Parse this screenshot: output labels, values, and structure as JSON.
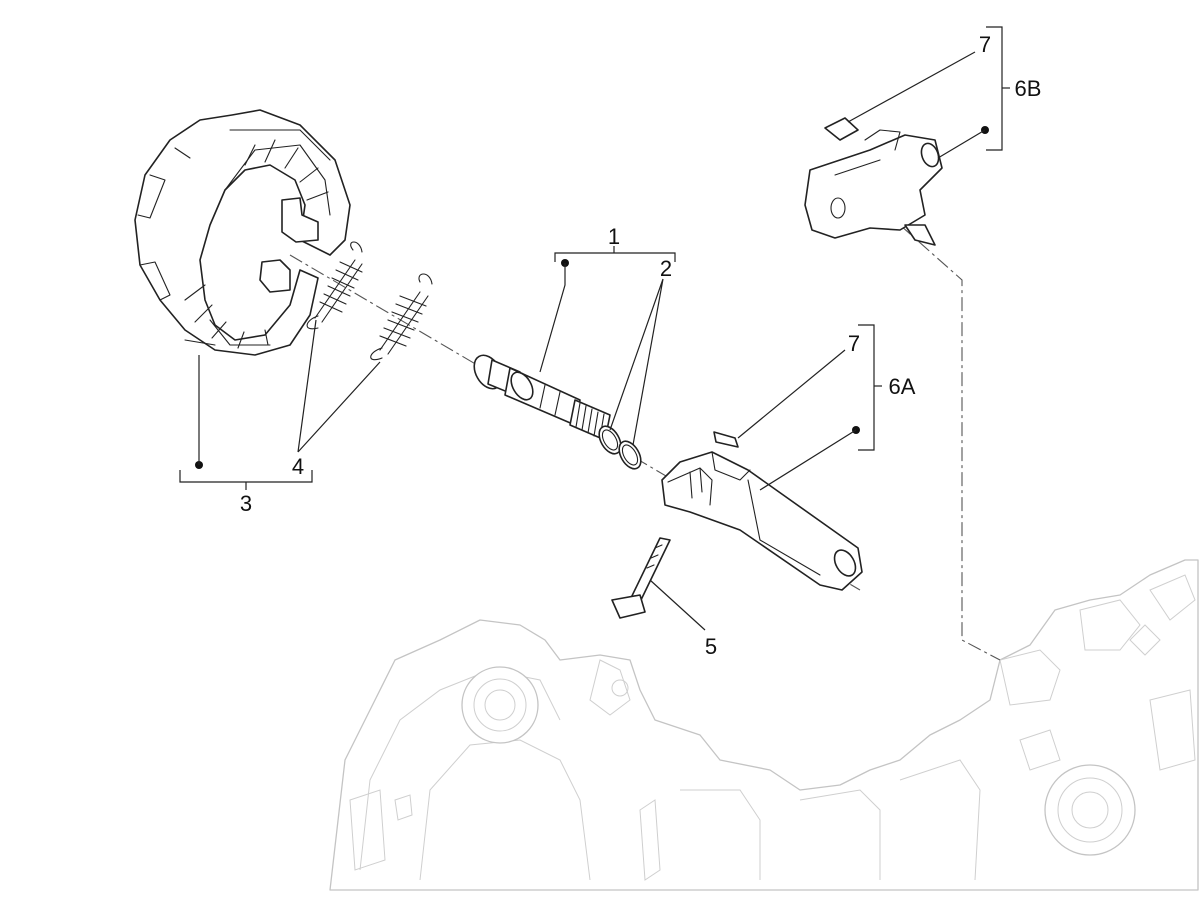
{
  "callouts": {
    "c1": "1",
    "c2": "2",
    "c3": "3",
    "c4": "4",
    "c5": "5",
    "c6a": "6A",
    "c6b": "6B",
    "c7a": "7",
    "c7b": "7"
  }
}
